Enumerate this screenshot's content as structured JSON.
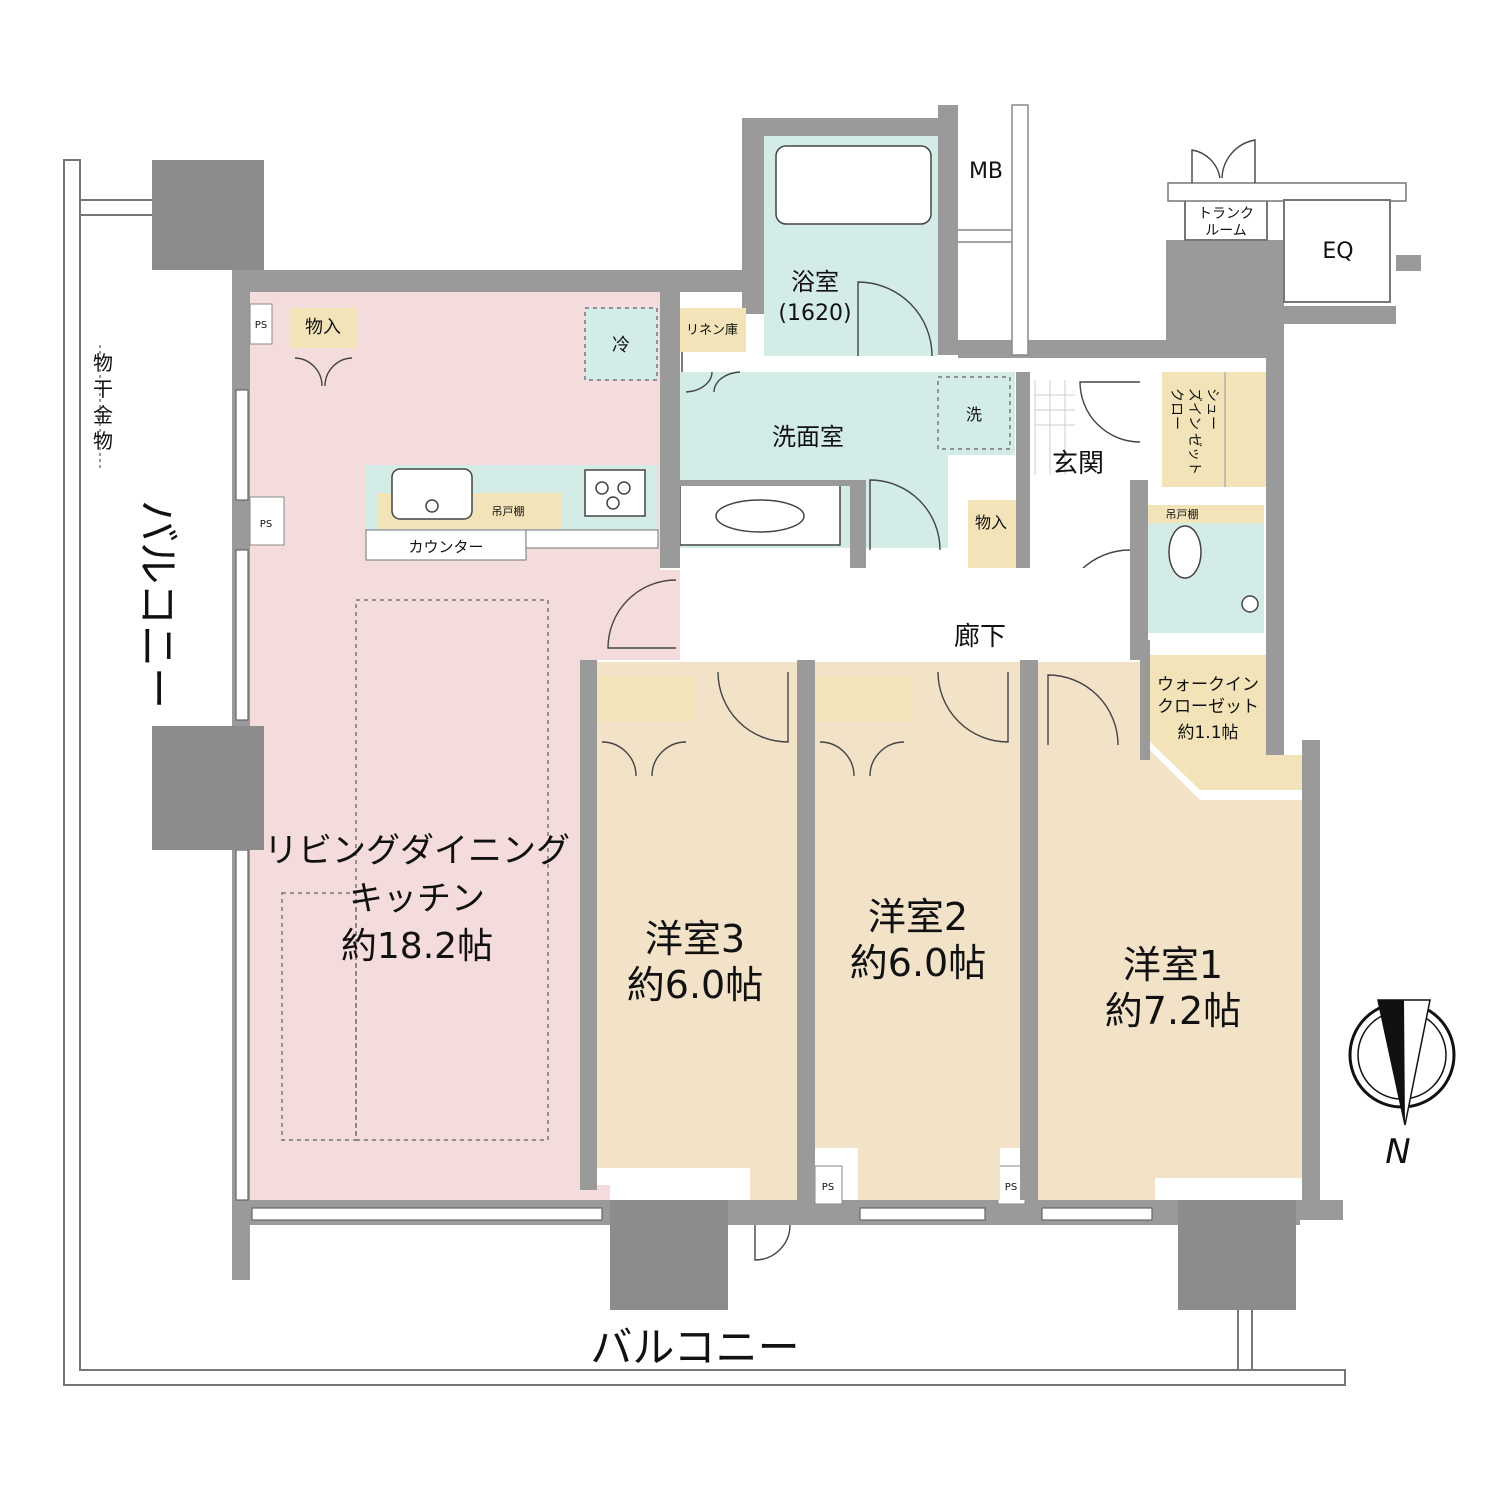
{
  "rooms": {
    "ldk": {
      "name": "リビングダイニング",
      "name2": "キッチン",
      "size": "約18.2帖"
    },
    "room1": {
      "name": "洋室1",
      "size": "約7.2帖"
    },
    "room2": {
      "name": "洋室2",
      "size": "約6.0帖"
    },
    "room3": {
      "name": "洋室3",
      "size": "約6.0帖"
    },
    "bath": {
      "name": "浴室",
      "size": "(1620)"
    },
    "washroom": "洗面室",
    "entrance": "玄関",
    "corridor": "廊下",
    "wic": {
      "line1": "ウォークイン",
      "line2": "クローゼット",
      "line3": "約1.1帖"
    },
    "shoe_closet": [
      "シュー",
      "ズイン",
      "クロー",
      "ゼット"
    ],
    "trunk_room": [
      "トランク",
      "ルーム"
    ]
  },
  "labels": {
    "mb": "MB",
    "eq": "EQ",
    "ps": "PS",
    "storage": "物入",
    "linen": "リネン庫",
    "fridge": "冷",
    "washer": "洗",
    "counter": "カウンター",
    "wall_shelf": "吊戸棚",
    "drying_hardware": "物干金物",
    "balcony": "バルコニー"
  },
  "compass": {
    "label": "N"
  },
  "colors": {
    "ldk": "#f5dcdc",
    "wet_area": "#d3ece7",
    "bedroom": "#f1e2c8",
    "storage": "#f2e4b8",
    "wall": "#9a9a9a"
  }
}
